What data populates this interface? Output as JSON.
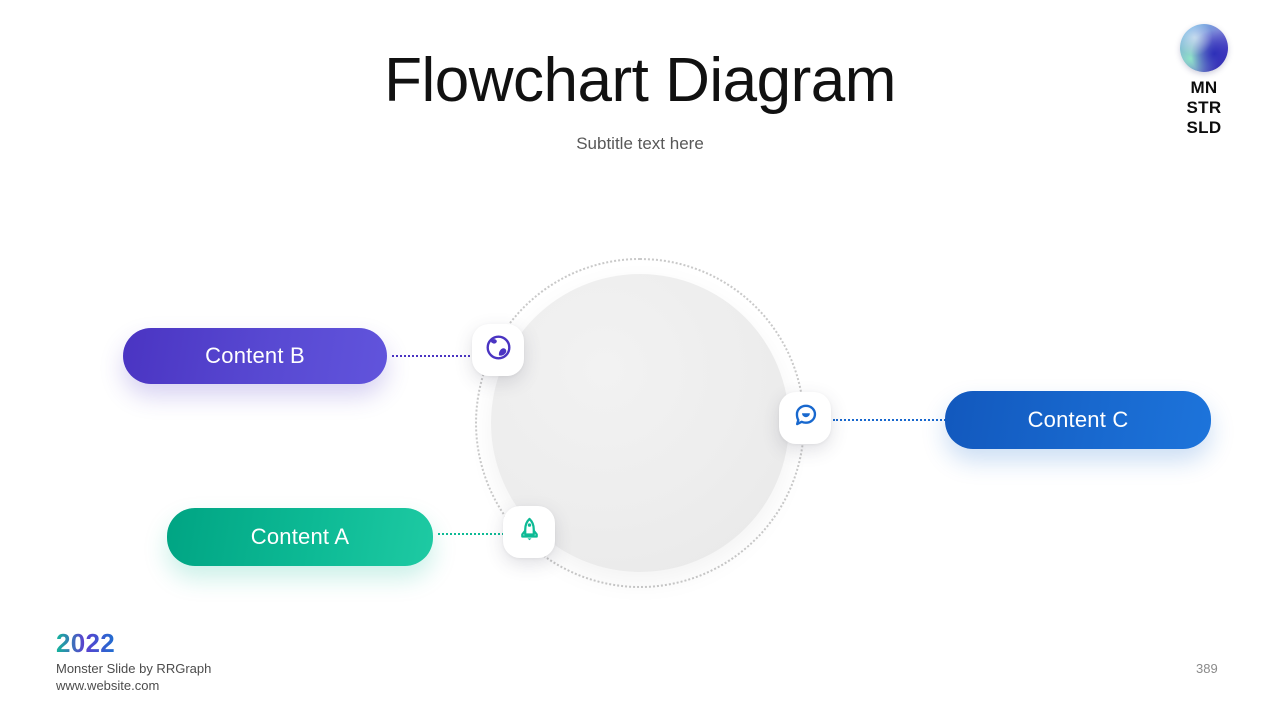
{
  "slide": {
    "title": "Flowchart Diagram",
    "subtitle": "Subtitle text here",
    "background_color": "#ffffff"
  },
  "logo": {
    "icon": "gradient-sphere-logo",
    "line1": "MN",
    "line2": "STR",
    "line3": "SLD"
  },
  "diagram": {
    "center": {
      "disc_color": "#ededed",
      "ring_style": "dotted",
      "ring_color": "#c9c9c9"
    },
    "nodes": [
      {
        "label": "Content B",
        "icon": "globe-icon",
        "accent": "#4a34c2",
        "gradient_from": "#4a34c2",
        "gradient_to": "#6154dc",
        "side": "left"
      },
      {
        "label": "Content A",
        "icon": "rocket-icon",
        "accent": "#0dba95",
        "gradient_from": "#00a483",
        "gradient_to": "#1ecaa3",
        "side": "left"
      },
      {
        "label": "Content C",
        "icon": "chat-bubble-icon",
        "accent": "#1868ce",
        "gradient_from": "#1258bd",
        "gradient_to": "#1d74db",
        "side": "right"
      }
    ]
  },
  "footer": {
    "year": "2022",
    "credit": "Monster Slide  by RRGraph",
    "website": "www.website.com",
    "page_number": "389"
  }
}
